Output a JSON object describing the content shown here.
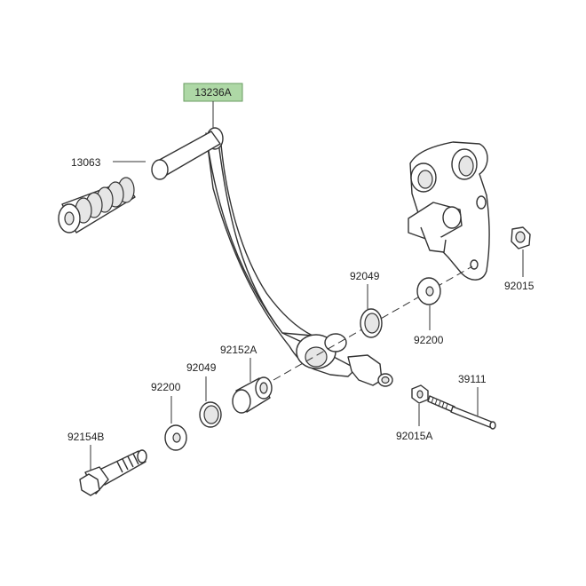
{
  "colors": {
    "highlight_fill": "#aed8a6",
    "highlight_stroke": "#6a9c62",
    "line": "#333333"
  },
  "callouts": {
    "p13236A": "13236A",
    "p13063": "13063",
    "p92049_top": "92049",
    "p92015": "92015",
    "p92200_right": "92200",
    "p92152A": "92152A",
    "p92049_left": "92049",
    "p92200_left": "92200",
    "p39111": "39111",
    "p92015A": "92015A",
    "p92154B": "92154B"
  }
}
